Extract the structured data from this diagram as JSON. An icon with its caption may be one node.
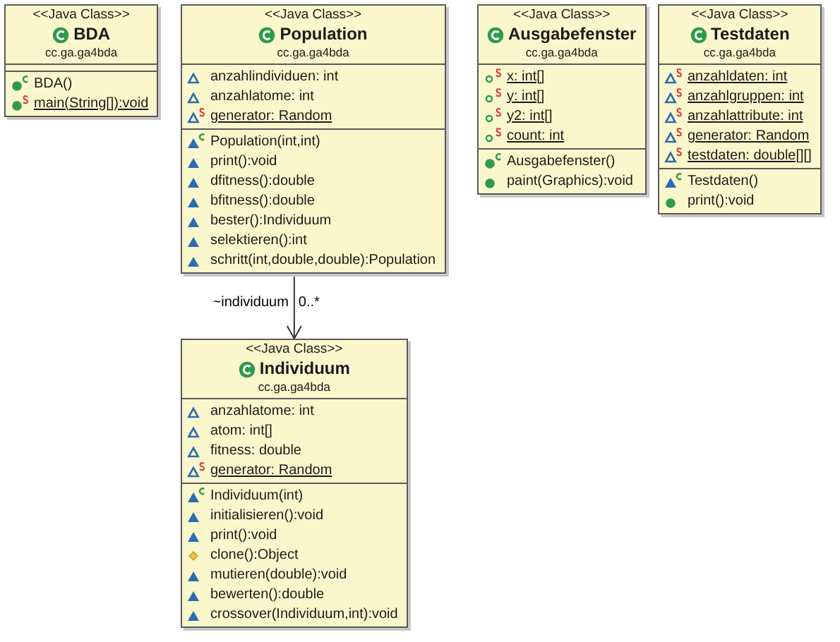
{
  "diagram": {
    "nodes": [
      {
        "text": [
          "<<Java Class>>",
          "BDA",
          "cc.ga.ga4bda"
        ]
      },
      {
        "text": [],
        "shape": "box",
        "in": 0
      },
      {
        "text": [
          "BDA()",
          "main(String[]):void"
        ],
        "in": 0
      },
      {
        "text": [
          "<<Java Class>>",
          "Population",
          "cc.ga.ga4bda"
        ]
      },
      {
        "text": [
          "anzahlindividuen: int",
          "anzahlatome: int",
          "generator: Random"
        ],
        "in": 3
      },
      {
        "text": [
          "Population(int,int)",
          "print():void",
          "dfitness():double",
          "bfitness():double",
          "bester():Individuum",
          "selektieren():int",
          "schritt(int,double,double):Population"
        ],
        "in": 3
      },
      {
        "text": [
          "<<Java Class>>",
          "Ausgabefenster",
          "cc.ga.ga4bda"
        ]
      },
      {
        "text": [
          "x: int[]",
          "y: int[]",
          "y2: int[]",
          "count: int"
        ],
        "in": 6
      },
      {
        "text": [
          "Ausgabefenster()",
          "paint(Graphics):void"
        ],
        "in": 6
      },
      {
        "text": [
          "<<Java Class>>",
          "Testdaten",
          "cc.ga.ga4bda"
        ]
      },
      {
        "text": [
          "anzahldaten: int",
          "anzahlgruppen: int",
          "anzahlattribute: int",
          "generator: Random",
          "testdaten: double[][]"
        ],
        "in": 9
      },
      {
        "text": [
          "Testdaten()",
          "print():void"
        ],
        "in": 9
      },
      {
        "text": [
          "<<Java Class>>",
          "Individuum",
          "cc.ga.ga4bda"
        ]
      },
      {
        "text": [
          "anzahlatome: int",
          "atom: int[]",
          "fitness: double",
          "generator: Random"
        ],
        "in": 12
      },
      {
        "text": [
          "Individuum(int)",
          "initialisieren():void",
          "print():void",
          "clone():Object",
          "mutieren(double):void",
          "bewerten():double",
          "crossover(Individuum,int):void"
        ],
        "in": 12
      }
    ],
    "edges": [
      {
        "from": 3,
        "to": 12,
        "arrow": "to",
        "label": "~individuum"
      }
    ],
    "labels": [
      "0..*"
    ]
  }
}
